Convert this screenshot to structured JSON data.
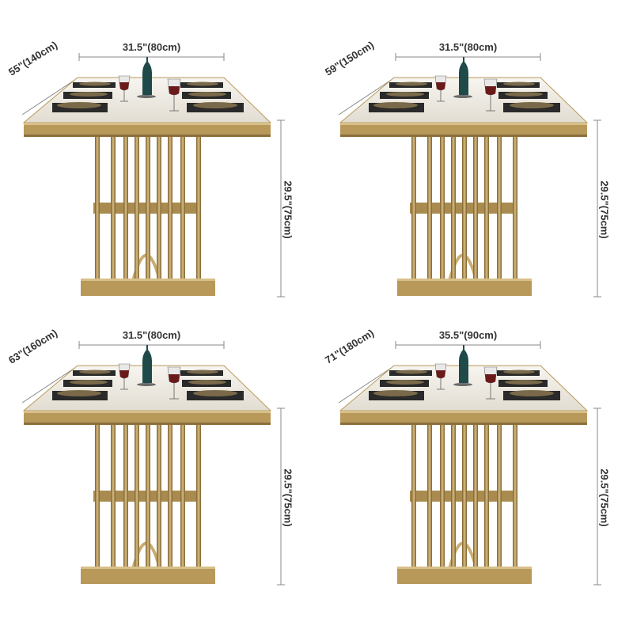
{
  "tables": [
    {
      "width_label": "31.5\"(80cm)",
      "depth_label": "55\"(140cm)",
      "height_label": "29.5\"(75cm)"
    },
    {
      "width_label": "31.5\"(80cm)",
      "depth_label": "59\"(150cm)",
      "height_label": "29.5\"(75cm)"
    },
    {
      "width_label": "31.5\"(80cm)",
      "depth_label": "63\"(160cm)",
      "height_label": "29.5\"(75cm)"
    },
    {
      "width_label": "35.5\"(90cm)",
      "depth_label": "71\"(180cm)",
      "height_label": "29.5\"(75cm)"
    }
  ],
  "colors": {
    "gold": "#b8995a",
    "gold_dark": "#8a6f3c",
    "marble": "#ece8e0",
    "bottle": "#1f4a4a",
    "dim_line": "#888888"
  }
}
